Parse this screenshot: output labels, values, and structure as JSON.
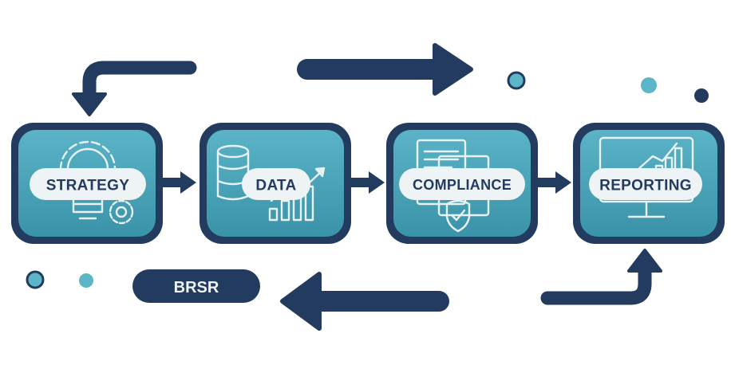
{
  "diagram": {
    "steps": [
      {
        "label": "STRATEGY",
        "icon": "gear-lightbulb-icon"
      },
      {
        "label": "DATA",
        "icon": "database-chart-icon"
      },
      {
        "label": "COMPLIANCE",
        "icon": "document-shield-icon"
      },
      {
        "label": "REPORTING",
        "icon": "monitor-chart-icon"
      }
    ],
    "tag": "BRSR"
  },
  "colors": {
    "navy": "#233b5e",
    "teal": "#3f9db2",
    "teal_light": "#5cb6c8",
    "pill": "#eef3f6"
  }
}
